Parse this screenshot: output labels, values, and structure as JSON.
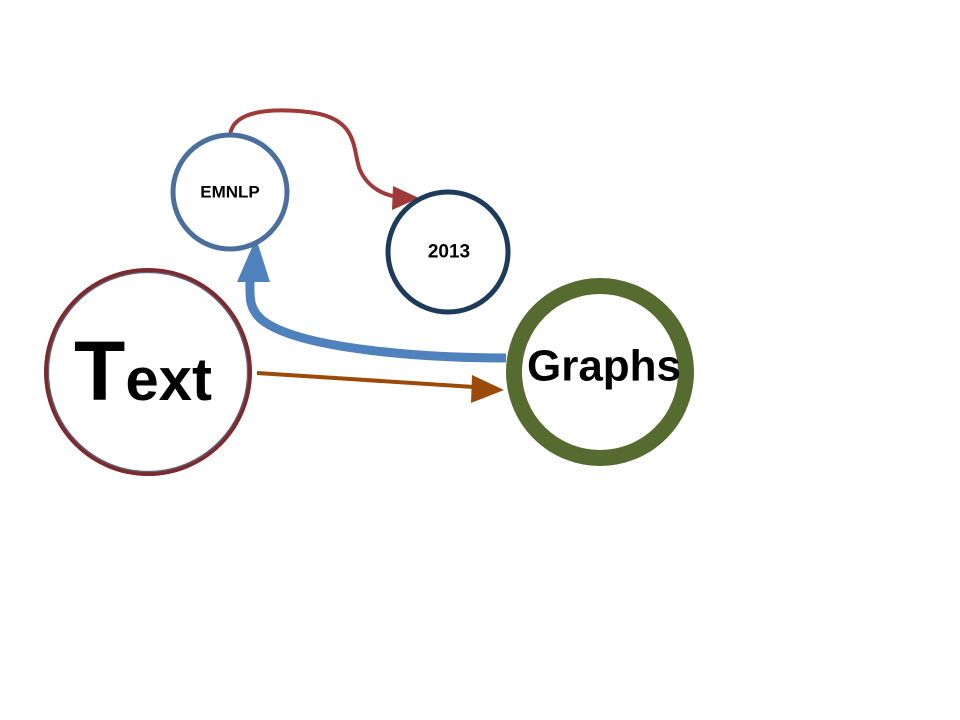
{
  "nodes": {
    "text": {
      "label_first": "T",
      "label_rest": "ext",
      "label": "Text",
      "border_color": "#7b2a2e",
      "inner_color": "#5a5f7a"
    },
    "graphs": {
      "label": "Graphs",
      "border_color": "#556b2f"
    },
    "emnlp": {
      "label": "EMNLP",
      "border_color": "#4a6f9c"
    },
    "year": {
      "label": "2013",
      "border_color": "#1f3b5c"
    }
  },
  "edges": [
    {
      "from": "Text",
      "to": "Graphs",
      "color": "#9c4a0a"
    },
    {
      "from": "Graphs",
      "to": "EMNLP",
      "color": "#4f81bd"
    },
    {
      "from": "EMNLP",
      "to": "2013",
      "color": "#a03a3a"
    }
  ]
}
